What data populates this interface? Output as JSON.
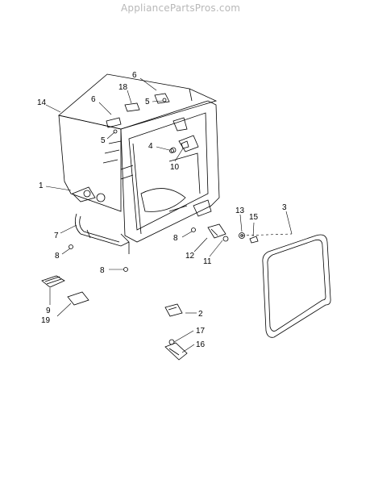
{
  "watermark": "AppliancePartsPros.com",
  "callouts": {
    "c1": "1",
    "c2": "2",
    "c3": "3",
    "c4": "4",
    "c5a": "5",
    "c5b": "5",
    "c6a": "6",
    "c6b": "6",
    "c7": "7",
    "c8a": "8",
    "c8b": "8",
    "c8c": "8",
    "c9": "9",
    "c10": "10",
    "c11": "11",
    "c12": "12",
    "c13": "13",
    "c14": "14",
    "c15": "15",
    "c16": "16",
    "c17": "17",
    "c18": "18",
    "c19": "19"
  }
}
